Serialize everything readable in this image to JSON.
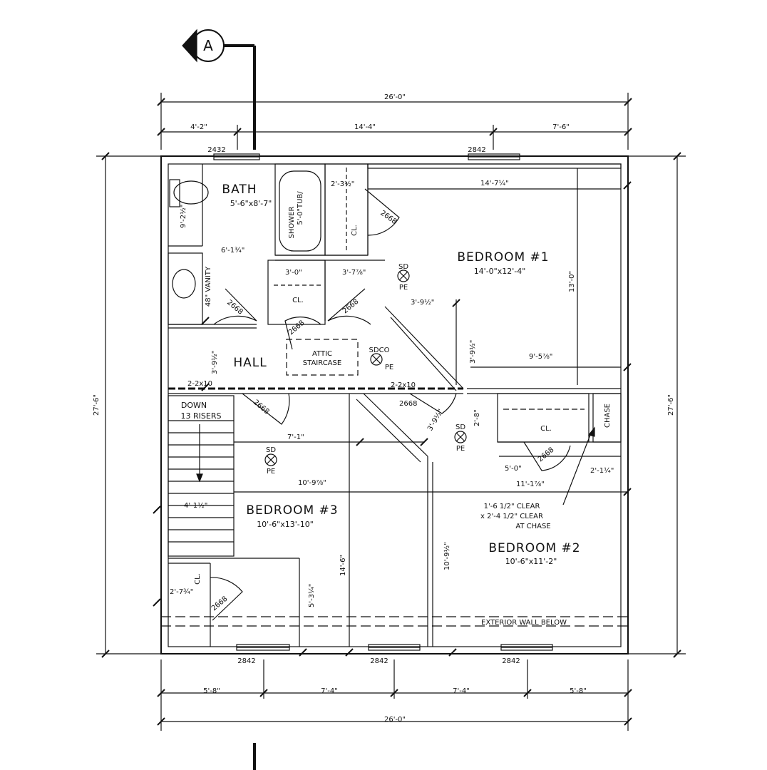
{
  "section_marker": "A",
  "dims": {
    "overall_top": "26'-0\"",
    "top_left": "4'-2\"",
    "top_mid": "14'-4\"",
    "top_right": "7'-6\"",
    "overall_bottom": "26'-0\"",
    "bottom_1": "5'-8\"",
    "bottom_2": "7'-4\"",
    "bottom_3": "7'-4\"",
    "bottom_4": "5'-8\"",
    "left_total": "27'-6\"",
    "right_total": "27'-6\""
  },
  "windows": {
    "top_left": "2432",
    "top_right": "2842",
    "bottom_1": "2842",
    "bottom_2": "2842",
    "bottom_3": "2842"
  },
  "rooms": {
    "bath": {
      "name": "BATH",
      "size": "5'-6\"x8'-7\""
    },
    "bed1": {
      "name": "BEDROOM #1",
      "size": "14'-0\"x12'-4\""
    },
    "hall": {
      "name": "HALL"
    },
    "bed3": {
      "name": "BEDROOM #3",
      "size": "10'-6\"x13'-10\""
    },
    "bed2": {
      "name": "BEDROOM #2",
      "size": "10'-6\"x11'-2\""
    }
  },
  "labels": {
    "shower1": "SHOWER",
    "shower2": "5'-0\"TUB/",
    "vanity": "48\" VANITY",
    "cl": "CL.",
    "attic1": "ATTIC",
    "attic2": "STAIRCASE",
    "down1": "DOWN",
    "down2": "13 RISERS",
    "chase": "CHASE",
    "exterior": "EXTERIOR WALL BELOW",
    "sd": "SD",
    "pe": "PE",
    "sdco": "SDCO",
    "header": "2-2x10",
    "door": "2668",
    "clear1": "1'-6 1/2\" CLEAR",
    "clear2": "x 2'-4 1/2\" CLEAR",
    "clear3": "AT CHASE"
  },
  "inner_dims": {
    "bath_depth": "9'-2½\"",
    "bath_width": "6'-1¾\"",
    "closet_w1": "2'-3½\"",
    "closet_w2": "3'-0\"",
    "closet_w3": "3'-7⅞\"",
    "bed1_width": "14'-7¼\"",
    "bed1_depth": "13'-0\"",
    "bed1_a": "3'-9½\"",
    "bed1_b": "3'-9½\"",
    "bed1_c": "9'-5⅞\"",
    "hall_a": "3'-9½\"",
    "hall_b": "3'-9½\"",
    "hall_c": "2'-8\"",
    "bed3_a": "7'-1\"",
    "bed3_b": "10'-9⅞\"",
    "bed3_c": "14'-6\"",
    "bed3_d": "5'-3¼\"",
    "stair_w": "4'-1½\"",
    "bed2_a": "5'-0\"",
    "bed2_b": "11'-1⅞\"",
    "bed2_c": "2'-1¼\"",
    "bed2_d": "10'-9½\"",
    "cl3": "2'-7¾\""
  }
}
